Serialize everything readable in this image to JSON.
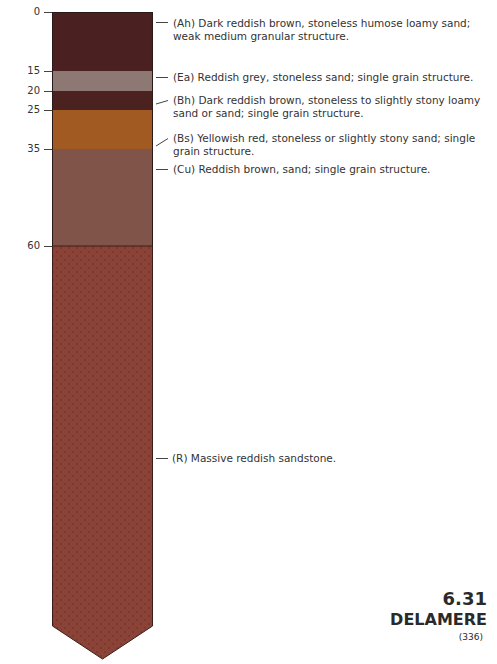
{
  "diagram": {
    "nodes": [
      {
        "text": [
          "(Ah) Dark reddish brown, stoneless humose loamy sand; weak medium granular structure."
        ]
      },
      {
        "text": [
          "(Ea) Reddish grey, stoneless sand; single grain structure."
        ]
      },
      {
        "text": [
          "(Bh) Dark reddish brown, stoneless to slightly stony loamy sand or sand; single grain structure."
        ]
      },
      {
        "text": [
          "(Bs) Yellowish red, stoneless or slightly stony sand; single grain structure."
        ]
      },
      {
        "text": [
          "(Cu) Reddish brown, sand; single grain structure."
        ]
      },
      {
        "text": [
          "(R) Massive reddish sandstone."
        ]
      }
    ],
    "labels": [
      "0",
      "15",
      "20",
      "25",
      "35",
      "60",
      "6.31",
      "DELAMERE",
      "(336)"
    ]
  }
}
